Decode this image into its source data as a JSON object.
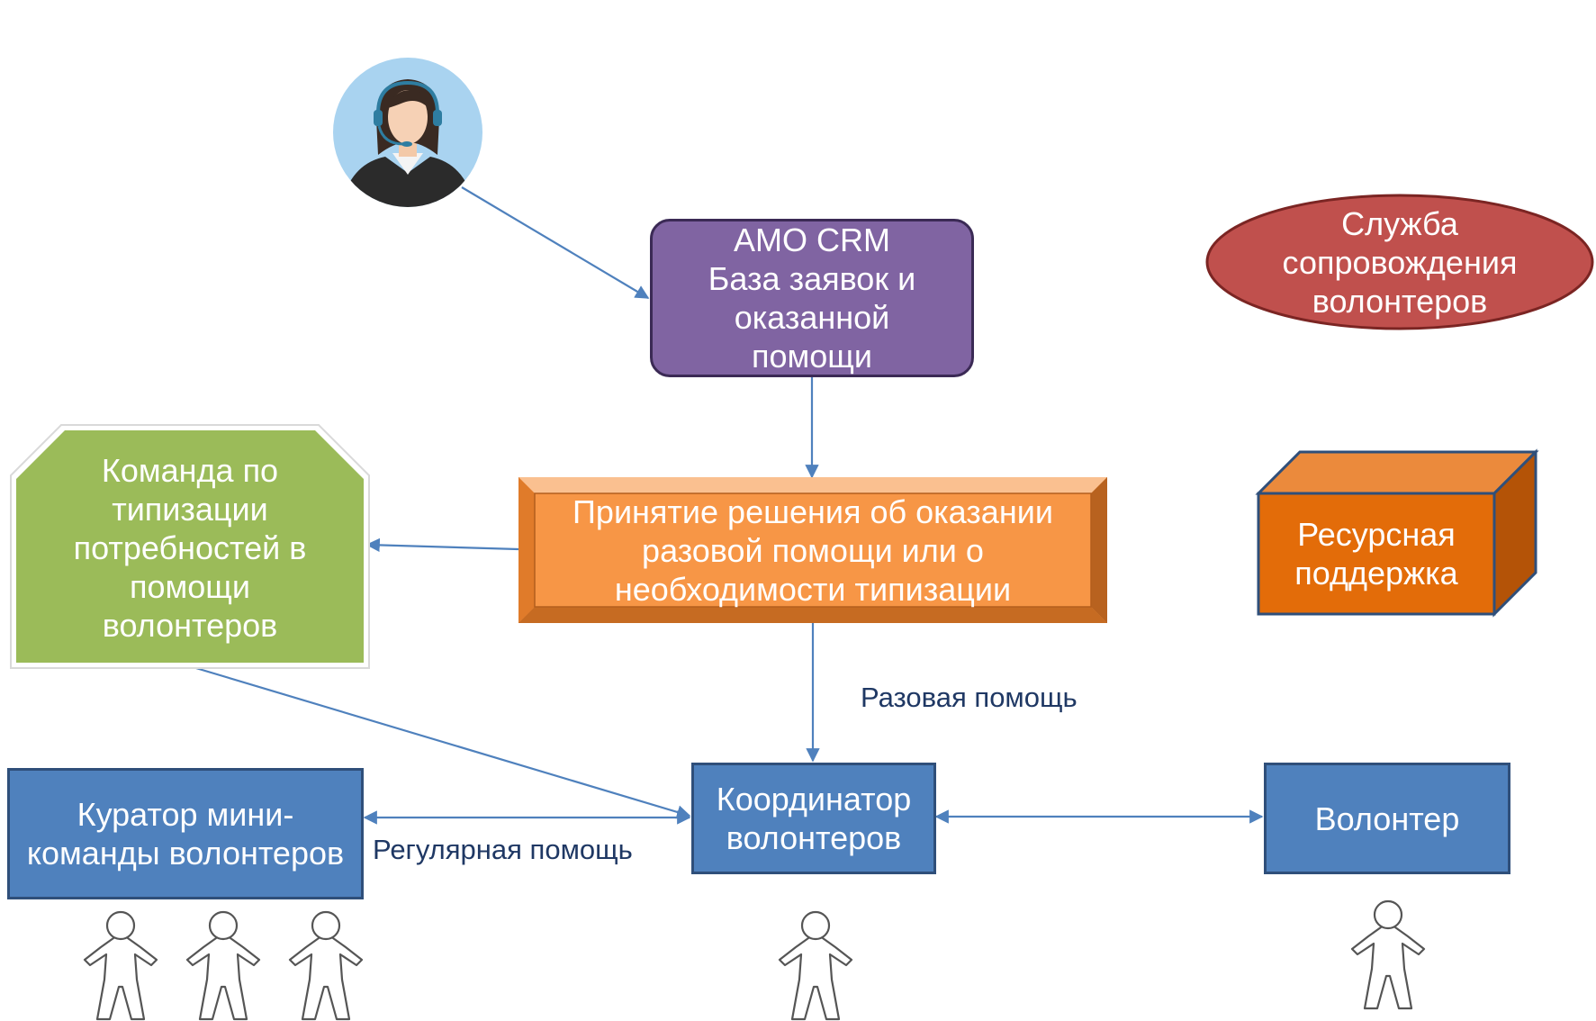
{
  "nodes": {
    "crm": {
      "text": "AMO CRM\nБаза заявок и\nоказанной\nпомощи",
      "color": "#8064a2"
    },
    "decision": {
      "text": "Принятие решения об оказании\nразовой помощи или о\nнеобходимости типизации",
      "color": "#f79646"
    },
    "typization_team": {
      "text": "Команда по\nтипизации\nпотребностей в\nпомощи\nволонтеров",
      "color": "#9bbb59"
    },
    "support_service": {
      "text": "Служба\nсопровождения\nволонтеров",
      "color": "#c0504d"
    },
    "resource_support": {
      "text": "Ресурсная\nподдержка",
      "color": "#e36c09"
    },
    "curator": {
      "text": "Куратор мини-\nкоманды волонтеров",
      "color": "#4f81bd"
    },
    "coordinator": {
      "text": "Координатор\nволонтеров",
      "color": "#4f81bd"
    },
    "volunteer": {
      "text": "Волонтер",
      "color": "#4f81bd"
    }
  },
  "edge_labels": {
    "one_time": "Разовая помощь",
    "regular": "Регулярная помощь"
  },
  "icons": {
    "operator": "operator-headset-avatar-icon",
    "person": "person-outline-icon"
  },
  "colors": {
    "arrow": "#4f81bd",
    "label": "#1f3864"
  }
}
